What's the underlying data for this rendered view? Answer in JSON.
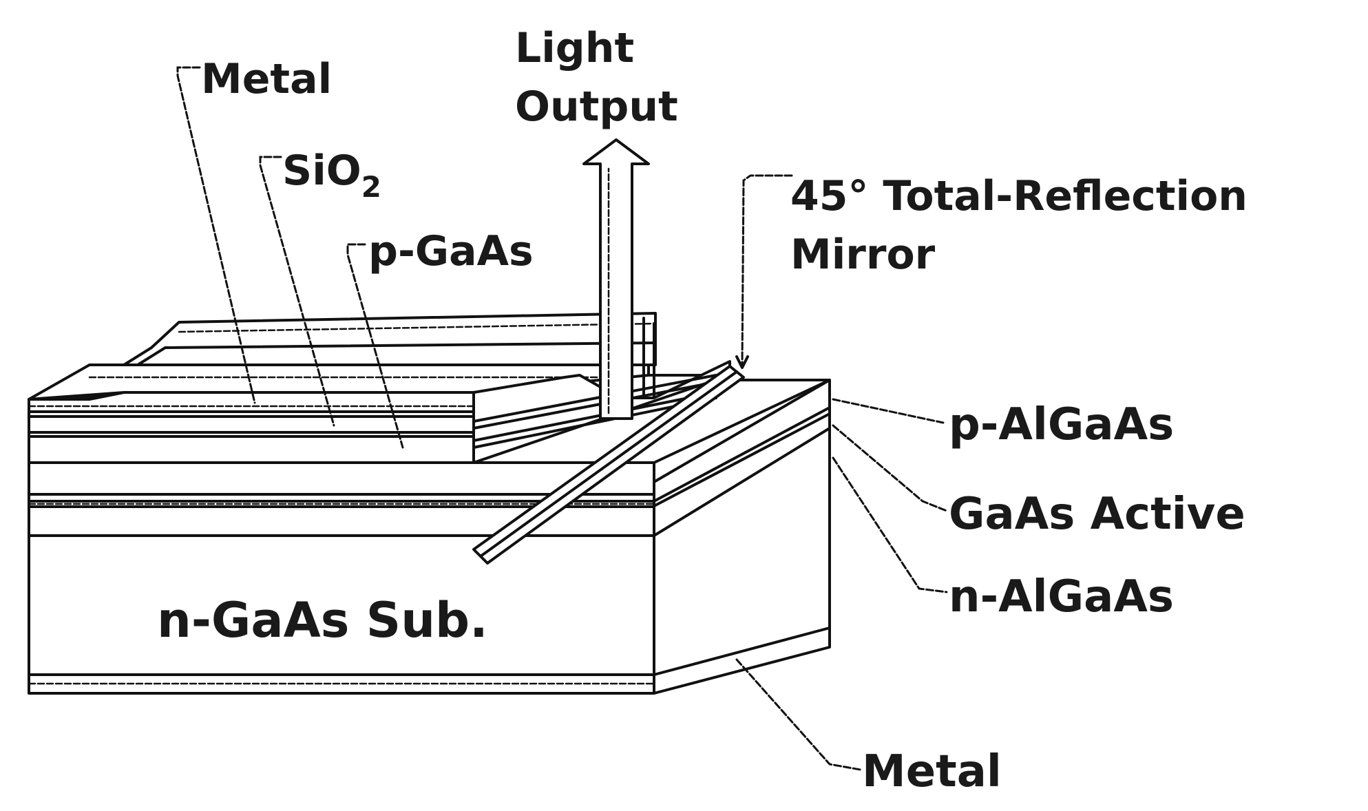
{
  "labels": {
    "metal_top": "Metal",
    "sio2_main": "SiO",
    "sio2_sub": "2",
    "p_gaas": "p-GaAs",
    "light_line1": "Light",
    "light_line2": "Output",
    "mirror_line1": "45° Total-Reflection",
    "mirror_line2": "Mirror",
    "p_algaas": "p-AlGaAs",
    "gaas_active": "GaAs Active",
    "n_algaas": "n-AlGaAs",
    "substrate": "n-GaAs Sub.",
    "metal_bottom": "Metal"
  }
}
